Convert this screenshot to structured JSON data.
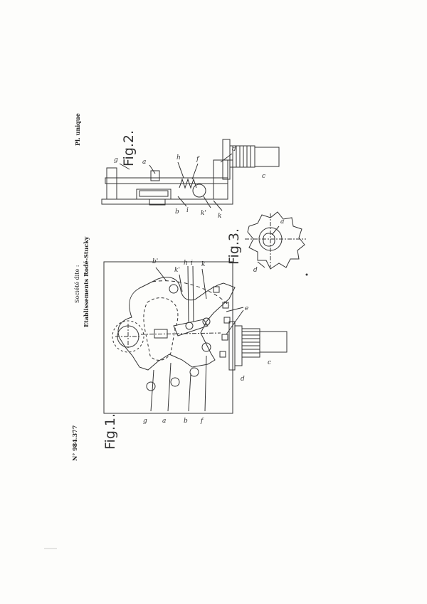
{
  "header": {
    "patent_number": "N° 984.377",
    "company_label": "Société dite :",
    "company_name": "Etablissements Rodé-Stucky",
    "plate_label": "Pl. unique"
  },
  "figures": {
    "fig1": "Fig.1.",
    "fig2": "Fig.2.",
    "fig3": "Fig.3."
  },
  "labels": {
    "fig1": [
      "g",
      "a",
      "b",
      "f",
      "b'",
      "k'",
      "h",
      "i",
      "k",
      "e",
      "d",
      "c"
    ],
    "fig2": [
      "g",
      "a",
      "h",
      "f",
      "b",
      "i",
      "k'",
      "k",
      "d",
      "c"
    ],
    "fig3": [
      "a",
      "d"
    ]
  },
  "colors": {
    "ink": "#333333",
    "paper": "#fdfdfb"
  }
}
